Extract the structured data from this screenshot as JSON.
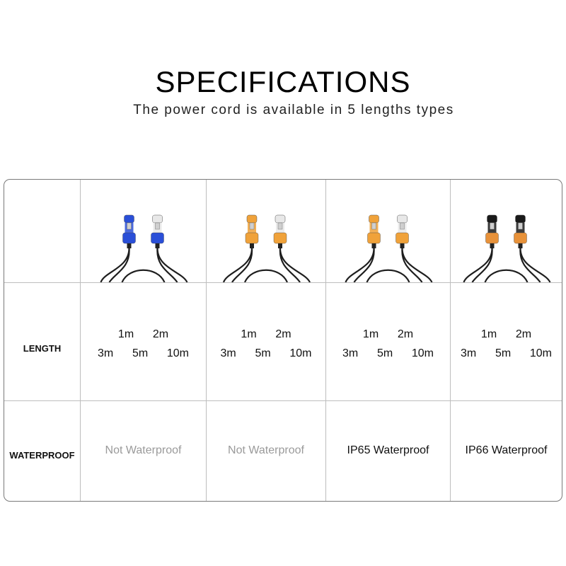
{
  "header": {
    "title": "SPECIFICATIONS",
    "subtitle": "The power cord is available in 5 lengths types"
  },
  "rows": {
    "length_label": "LENGTH",
    "waterproof_label": "WATERPROOF"
  },
  "columns": [
    {
      "image": "blue-white-powercon-cable",
      "connector_colors": {
        "left_body": "#2a4fd8",
        "left_collar": "#2a4fd8",
        "right_body": "#e8e8e8",
        "right_collar": "#2a4fd8"
      },
      "lengths": [
        "1m",
        "2m",
        "3m",
        "5m",
        "10m"
      ],
      "waterproof": "Not Waterproof",
      "waterproof_color": "#9a9a9a"
    },
    {
      "image": "orange-white-powercon-cable",
      "connector_colors": {
        "left_body": "#f0a23a",
        "left_collar": "#f0a23a",
        "right_body": "#e8e8e8",
        "right_collar": "#f0a23a"
      },
      "lengths": [
        "1m",
        "2m",
        "3m",
        "5m",
        "10m"
      ],
      "waterproof": "Not Waterproof",
      "waterproof_color": "#9a9a9a"
    },
    {
      "image": "orange-white-ip65-cable",
      "connector_colors": {
        "left_body": "#f0a23a",
        "left_collar": "#f0a23a",
        "right_body": "#e8e8e8",
        "right_collar": "#f0a23a"
      },
      "lengths": [
        "1m",
        "2m",
        "3m",
        "5m",
        "10m"
      ],
      "waterproof": "IP65 Waterproof",
      "waterproof_color": "#111111"
    },
    {
      "image": "black-orange-ip66-cable",
      "connector_colors": {
        "left_body": "#1a1a1a",
        "left_collar": "#e8923a",
        "right_body": "#1a1a1a",
        "right_collar": "#e8923a"
      },
      "lengths": [
        "1m",
        "2m",
        "3m",
        "5m",
        "10m"
      ],
      "waterproof": "IP66 Waterproof",
      "waterproof_color": "#111111"
    }
  ]
}
